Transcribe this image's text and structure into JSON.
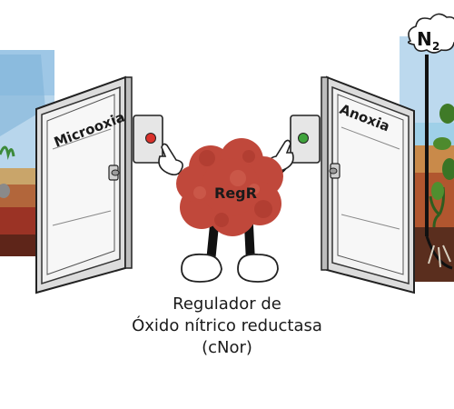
{
  "doors": {
    "left": {
      "label": "Microoxia",
      "button_color": "#d9312b"
    },
    "right": {
      "label": "Anoxia",
      "button_color": "#3fa33c"
    }
  },
  "character": {
    "label": "RegR",
    "body_color": "#c0483b"
  },
  "gas": {
    "symbol": "N",
    "subscript": "2"
  },
  "caption": {
    "line1": "Regulador de",
    "line2": "Óxido nítrico reductasa",
    "line3": "(cNor)"
  }
}
